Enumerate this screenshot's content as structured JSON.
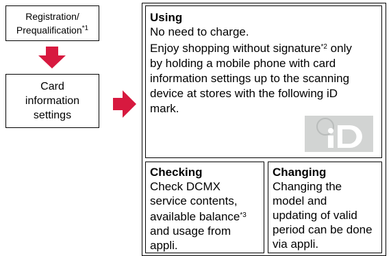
{
  "registration": {
    "line1": "Registration/",
    "line2": "Prequalification",
    "note": "*1"
  },
  "card_settings": {
    "line1": "Card",
    "line2": "information",
    "line3": "settings"
  },
  "using": {
    "title": "Using",
    "line1": "No need to charge.",
    "line2_pre": "Enjoy shopping without signature",
    "line2_note": "*2",
    "line2_post": " only",
    "line3": "by holding a mobile phone with card",
    "line4": "information settings up to the scanning",
    "line5": "device at stores with the following iD",
    "line6": "mark."
  },
  "checking": {
    "title": "Checking",
    "line1": "Check DCMX",
    "line2": "service contents,",
    "line3": "available balance",
    "line3_note": "*3",
    "line4": "and usage from",
    "line5": "appli."
  },
  "changing": {
    "title": "Changing",
    "line1": "Changing the",
    "line2": "model and",
    "line3": "updating of valid",
    "line4": "period can be done",
    "line5": "via appli."
  },
  "colors": {
    "arrow": "#d7193f",
    "border": "#000000",
    "id_mark_bg": "#d2d4d3"
  },
  "id_mark": {
    "icon": "id-logo-icon"
  }
}
